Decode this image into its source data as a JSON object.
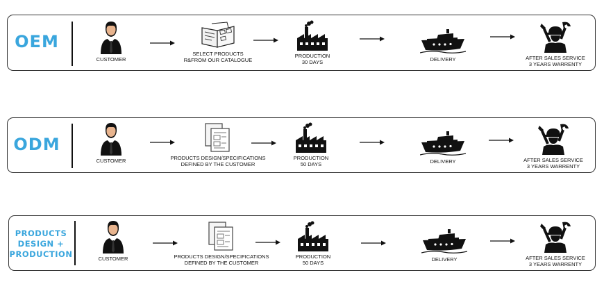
{
  "rows": [
    {
      "label": "OEM",
      "steps": [
        {
          "icon": "customer-icon",
          "lines": [
            "CUSTOMER"
          ]
        },
        {
          "icon": "catalogue-icon",
          "lines": [
            "SELECT PRODUCTS",
            "R&FROM OUR CATALOGUE"
          ]
        },
        {
          "icon": "factory-icon",
          "lines": [
            "PRODUCTION",
            "30 DAYS"
          ]
        },
        {
          "icon": "ship-icon",
          "lines": [
            "DELIVERY"
          ]
        },
        {
          "icon": "service-worker-icon",
          "lines": [
            "AFTER SALES SERVICE",
            "3 YEARS WARRENTY"
          ]
        }
      ]
    },
    {
      "label": "ODM",
      "steps": [
        {
          "icon": "customer-icon",
          "lines": [
            "CUSTOMER"
          ]
        },
        {
          "icon": "documents-icon",
          "lines": [
            "PRODUCTS DESIGN/SPECIFICATIONS",
            "DEFINED BY THE CUSTOMER"
          ]
        },
        {
          "icon": "factory-icon",
          "lines": [
            "PRODUCTION",
            "50 DAYS"
          ]
        },
        {
          "icon": "ship-icon",
          "lines": [
            "DELIVERY"
          ]
        },
        {
          "icon": "service-worker-icon",
          "lines": [
            "AFTER SALES SERVICE",
            "3 YEARS WARRENTY"
          ]
        }
      ]
    },
    {
      "label": [
        "PRODUCTS",
        "DESIGN +",
        "PRODUCTION"
      ],
      "steps": [
        {
          "icon": "customer-icon",
          "lines": [
            "CUSTOMER"
          ]
        },
        {
          "icon": "documents-icon",
          "lines": [
            "PRODUCTS DESIGN/SPECIFICATIONS",
            "DEFINED BY THE CUSTOMER"
          ]
        },
        {
          "icon": "factory-icon",
          "lines": [
            "PRODUCTION",
            "50 DAYS"
          ]
        },
        {
          "icon": "ship-icon",
          "lines": [
            "DELIVERY"
          ]
        },
        {
          "icon": "service-worker-icon",
          "lines": [
            "AFTER SALES SERVICE",
            "3 YEARS WARRENTY"
          ]
        }
      ]
    }
  ],
  "colors": {
    "label": "#3aa6dd",
    "ink": "#111111",
    "border": "#333333"
  }
}
